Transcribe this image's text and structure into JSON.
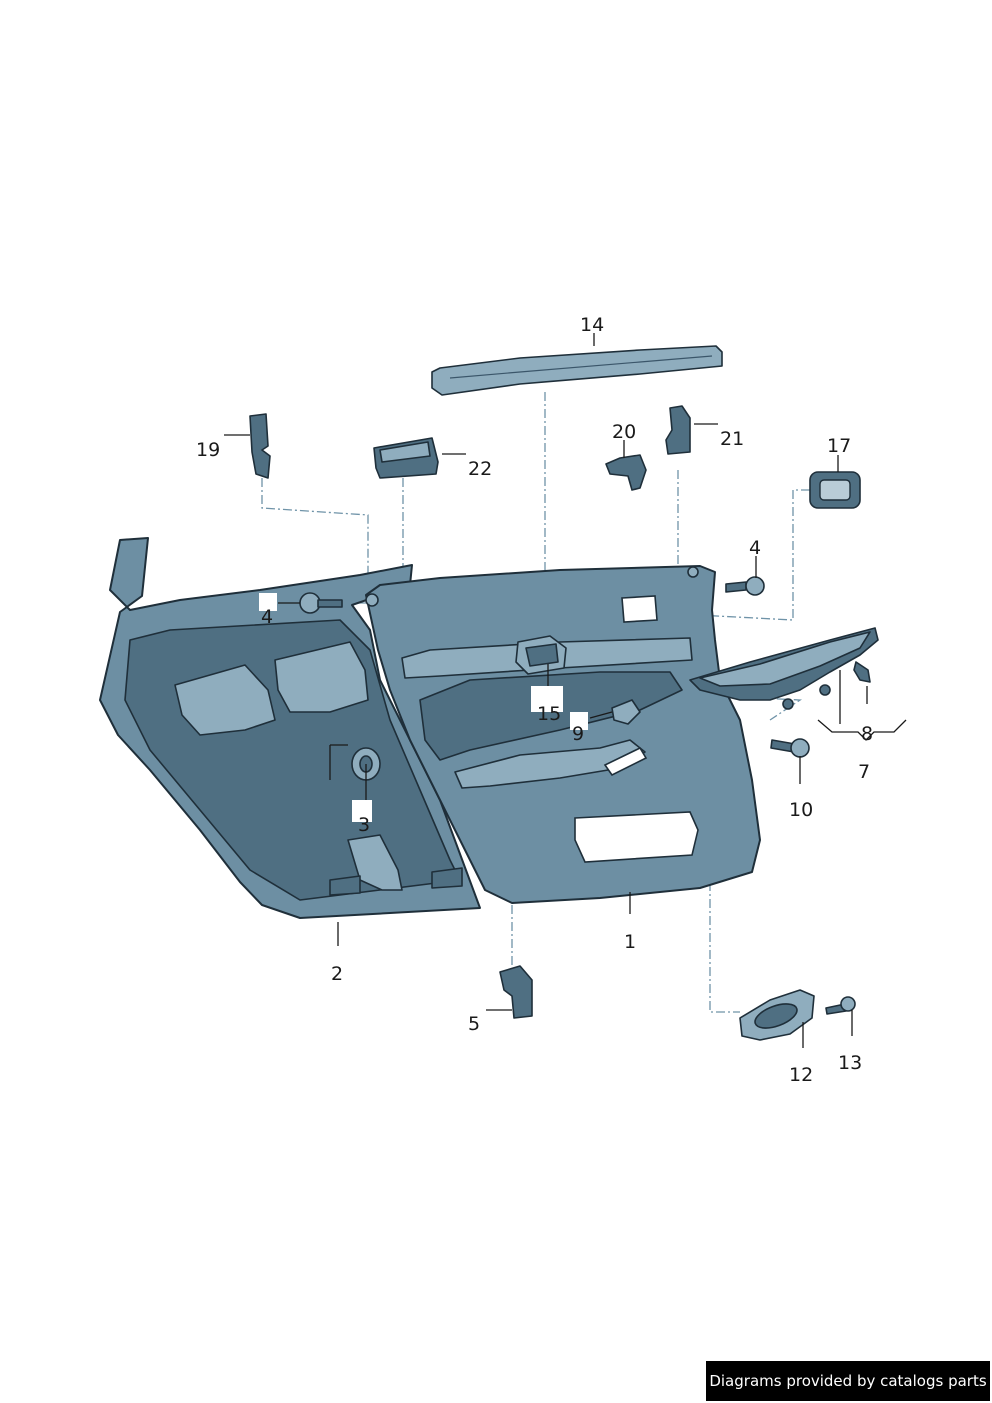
{
  "labels": {
    "p1": "1",
    "p2": "2",
    "p3": "3",
    "p4a": "4",
    "p4b": "4",
    "p5": "5",
    "p7": "7",
    "p8": "8",
    "p9": "9",
    "p10": "10",
    "p12": "12",
    "p13": "13",
    "p14": "14",
    "p15": "15",
    "p17": "17",
    "p19": "19",
    "p20": "20",
    "p21": "21",
    "p22": "22"
  },
  "footer": {
    "text": "Diagrams provided by catalogs parts"
  }
}
